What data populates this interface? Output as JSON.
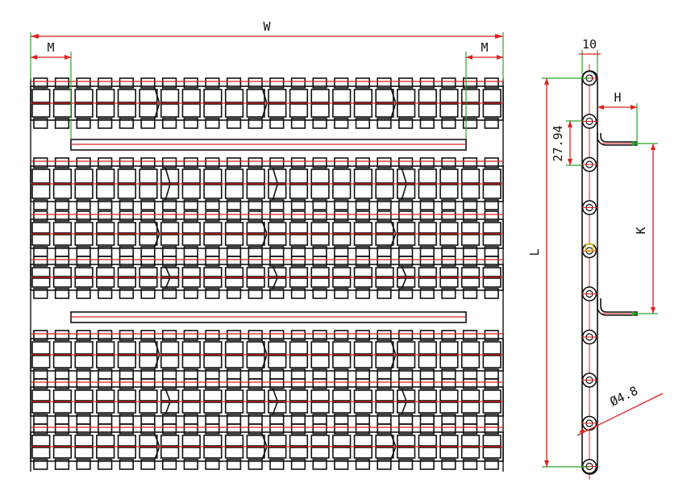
{
  "labels": {
    "width": "W",
    "margin_left": "M",
    "margin_right": "M",
    "thickness": "10",
    "height_offset": "H",
    "pitch": "27.94",
    "flight_spacing": "K",
    "length": "L",
    "hole_diameter": "Ø4.8"
  },
  "colors": {
    "outline": "#111111",
    "centerline": "#e0201e",
    "dimension": "#2aa52a"
  }
}
